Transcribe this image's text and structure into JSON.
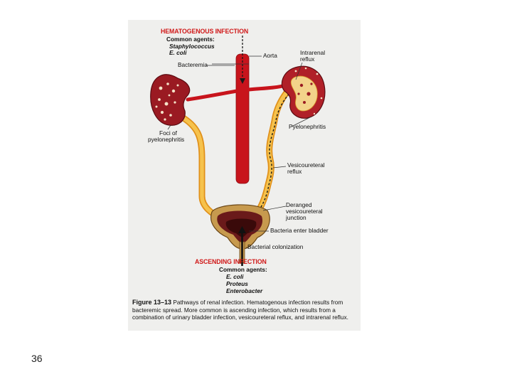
{
  "hematogenous": {
    "title": "HEMATOGENOUS INFECTION",
    "agents_label": "Common agents:",
    "agent_1": "Staphylococcus",
    "agent_2": "E. coli"
  },
  "labels": {
    "aorta": "Aorta",
    "bacteremia": "Bacteremia",
    "intrarenal_reflux": [
      "Intrarenal",
      "reflux"
    ],
    "foci": [
      "Foci of",
      "pyelonephritis"
    ],
    "pyelonephritis": "Pyelonephritis",
    "vesicoureteral_reflux": [
      "Vesicoureteral",
      "reflux"
    ],
    "deranged_junction": [
      "Deranged",
      "vesicoureteral",
      "junction"
    ],
    "bacteria_enter": "Bacteria enter bladder",
    "bacterial_colonization": "Bacterial colonization"
  },
  "ascending": {
    "title": "ASCENDING INFECTION",
    "agents_label": "Common agents:",
    "agent_1": "E. coli",
    "agent_2": "Proteus",
    "agent_3": "Enterobacter"
  },
  "caption": {
    "figure_label": "Figure 13–13",
    "text": "Pathways of renal infection. Hematogenous infection results from bacteremic spread. More common is ascending infection, which results from a combination of urinary bladder infection, vesicoureteral reflux, and intrarenal reflux."
  },
  "page_number": "36",
  "colors": {
    "blood_red": "#c8141c",
    "kidney": "#9a1a22",
    "ureter": "#f2b23a",
    "title_red": "#d01818",
    "background": "#efefed"
  }
}
